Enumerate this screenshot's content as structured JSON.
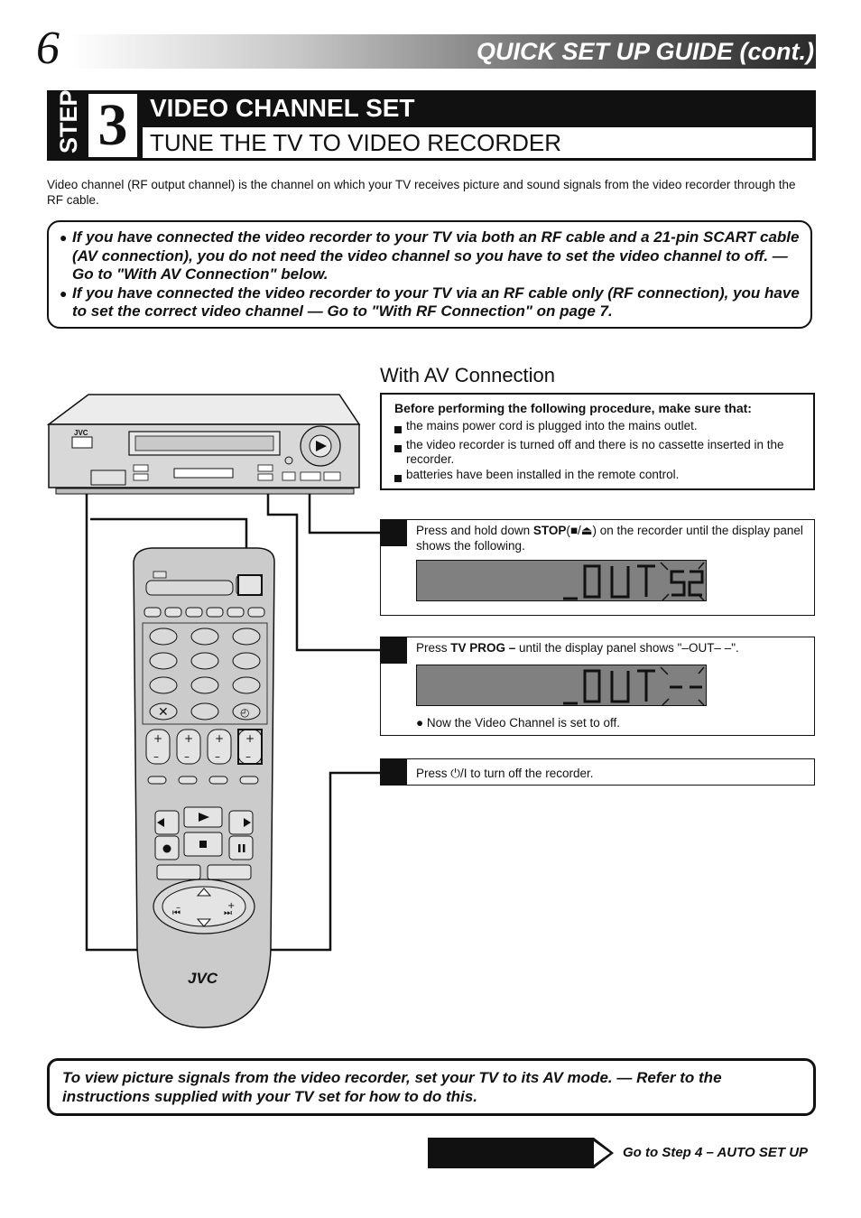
{
  "header": {
    "page_number": "6",
    "title": "QUICK SET UP GUIDE (cont.)"
  },
  "step": {
    "label": "STEP",
    "number": "3",
    "title": "VIDEO CHANNEL SET",
    "subtitle": "TUNE THE TV TO VIDEO RECORDER"
  },
  "intro": "Video channel (RF output channel) is the channel on which your TV receives picture and sound signals from the video recorder through the RF cable.",
  "notes": [
    "If you have connected the video recorder to your TV via both an RF cable and a 21-pin SCART cable (AV connection), you do not need the video channel so you have to set the video channel to off. — Go to \"With AV Connection\" below.",
    "If you have connected the video recorder to your TV via an RF cable only (RF connection), you have to set the correct video channel — Go to \"With RF Connection\" on page 7."
  ],
  "av_section": {
    "heading": "With AV Connection",
    "before_title": "Before performing the following procedure, make sure that:",
    "before_items": [
      "the mains power cord is plugged into the mains outlet.",
      "the video recorder is turned off and there is no cassette inserted in the recorder.",
      "batteries have been installed in the remote control."
    ]
  },
  "steps": [
    {
      "text_a": "Press and hold down ",
      "bold": "STOP",
      "text_b": "(■/⏏) on the recorder until the display panel shows the following.",
      "display": "_OUT 52"
    },
    {
      "text_a": "Press ",
      "bold": "TV PROG –",
      "text_b": " until the display panel shows \"–OUT– –\".",
      "display": "_OUT--",
      "note": "Now the Video Channel is set to off."
    },
    {
      "text_a": "Press ",
      "icon": "⏻/I",
      "text_b": " to turn off the recorder."
    }
  ],
  "devices": {
    "vcr_brand": "JVC",
    "remote_brand": "JVC"
  },
  "tip": "To view picture signals from the video recorder, set your TV to its AV mode. — Refer to the instructions supplied with your TV set for how to do this.",
  "footer": {
    "goto": "Go to Step 4 – AUTO SET UP"
  }
}
